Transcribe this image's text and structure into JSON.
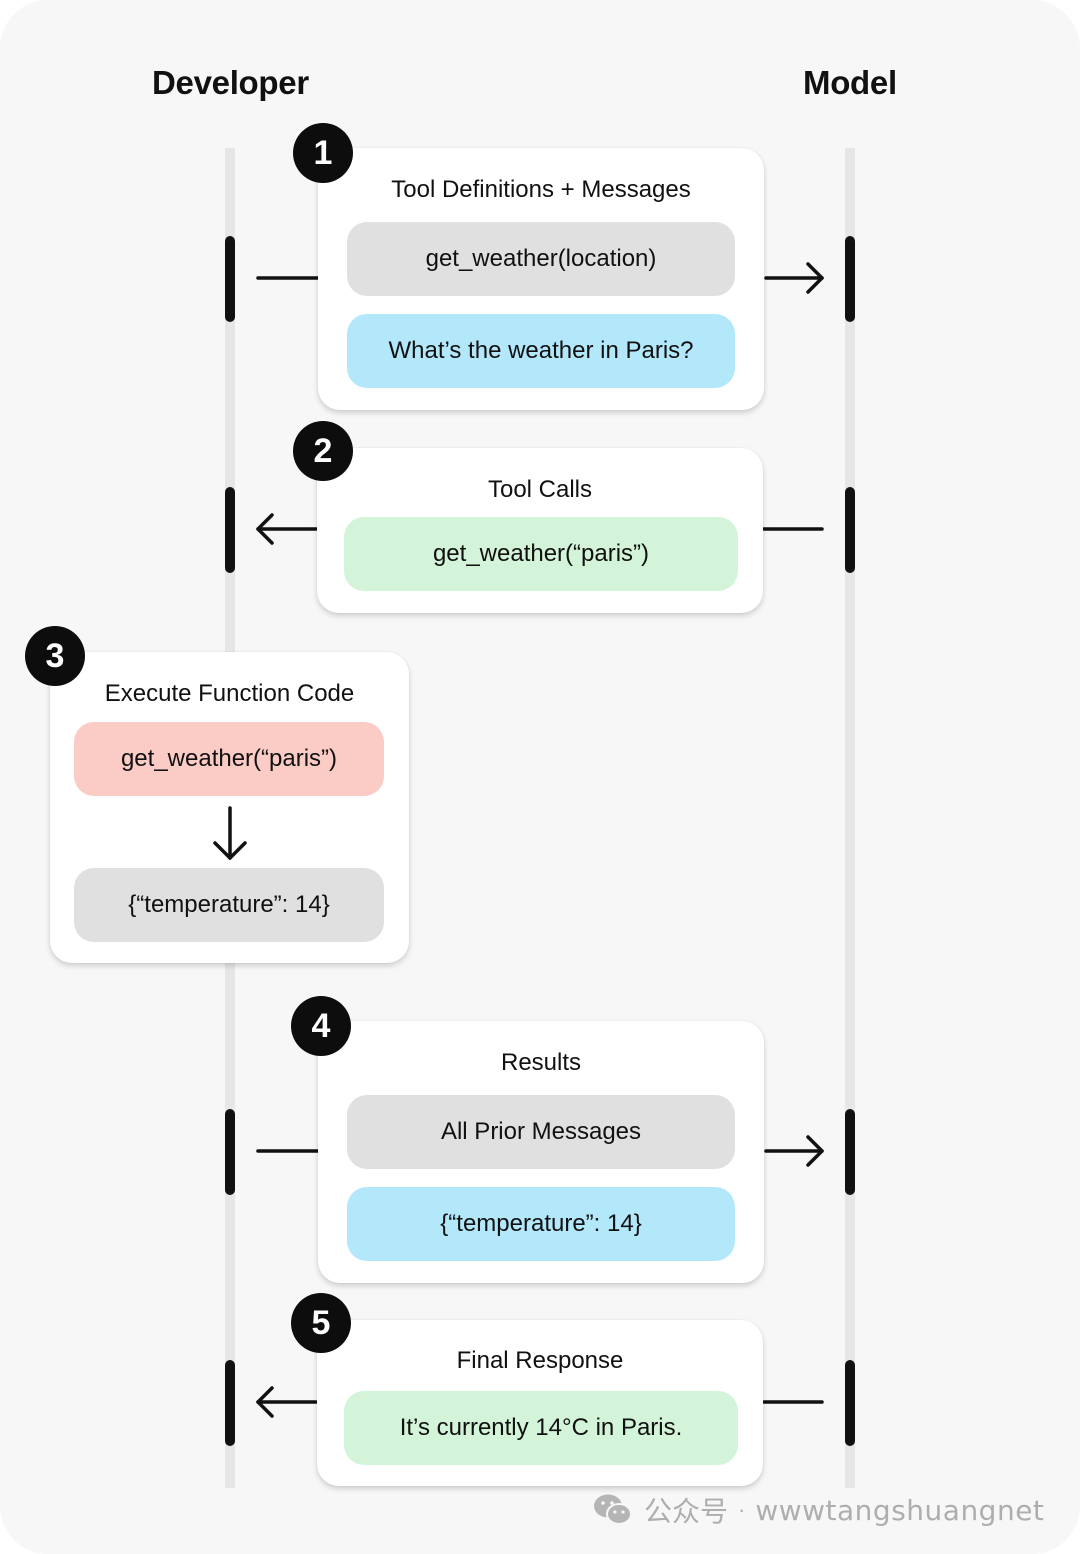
{
  "lanes": {
    "developer": "Developer",
    "model": "Model"
  },
  "steps": [
    {
      "number": "1",
      "title": "Tool Definitions + Messages",
      "direction": "to-model",
      "items": [
        {
          "text": "get_weather(location)",
          "color": "#e0e0e0"
        },
        {
          "text": "What’s the weather in Paris?",
          "color": "#b3e8fb"
        }
      ]
    },
    {
      "number": "2",
      "title": "Tool Calls",
      "direction": "to-developer",
      "items": [
        {
          "text": "get_weather(“paris”)",
          "color": "#d3f4d9"
        }
      ]
    },
    {
      "number": "3",
      "title": "Execute Function Code",
      "direction": "local",
      "items": [
        {
          "text": "get_weather(“paris”)",
          "color": "#fbcbc6"
        },
        {
          "text": "{“temperature”: 14}",
          "color": "#e0e0e0"
        }
      ]
    },
    {
      "number": "4",
      "title": "Results",
      "direction": "to-model",
      "items": [
        {
          "text": "All Prior Messages",
          "color": "#e0e0e0"
        },
        {
          "text": "{“temperature”: 14}",
          "color": "#b3e8fb"
        }
      ]
    },
    {
      "number": "5",
      "title": "Final Response",
      "direction": "to-developer",
      "items": [
        {
          "text": "It’s currently 14°C in Paris.",
          "color": "#d3f4d9"
        }
      ]
    }
  ],
  "watermark": {
    "icon": "wechat-icon",
    "name": "公众号",
    "separator": "·",
    "account": "wwwtangshuangnet"
  }
}
